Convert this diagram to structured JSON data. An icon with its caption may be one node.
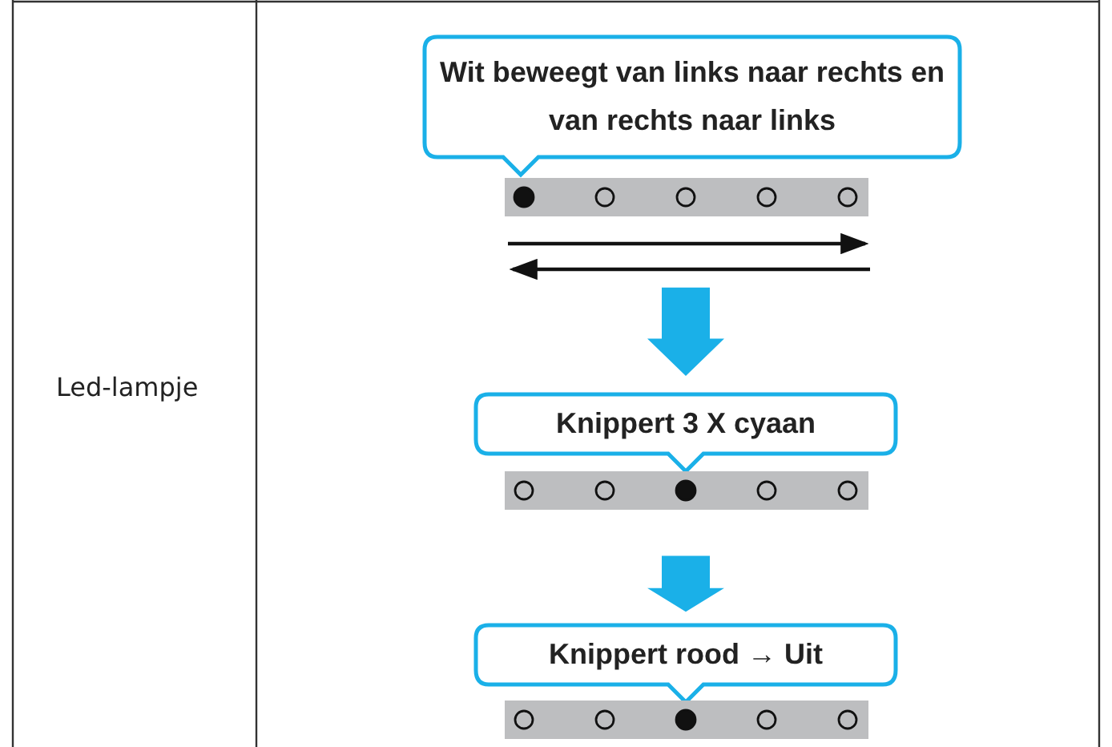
{
  "diagram": {
    "nodes": [
      {
        "text": [
          "Wit beweegt van links naar rechts en van rechts naar links"
        ]
      },
      {
        "text": [],
        "shape": "bar"
      },
      {
        "text": [
          "Knippert 3 X cyaan"
        ]
      },
      {
        "text": [],
        "shape": "bar"
      },
      {
        "text": [
          "Knippert rood → Uit"
        ]
      },
      {
        "text": [],
        "shape": "bar"
      }
    ],
    "edges": [
      {
        "from": 1,
        "to": 2,
        "arrow": "to"
      },
      {
        "from": 3,
        "to": 4,
        "arrow": "to"
      }
    ],
    "labels": [
      "Led-lampje"
    ]
  }
}
